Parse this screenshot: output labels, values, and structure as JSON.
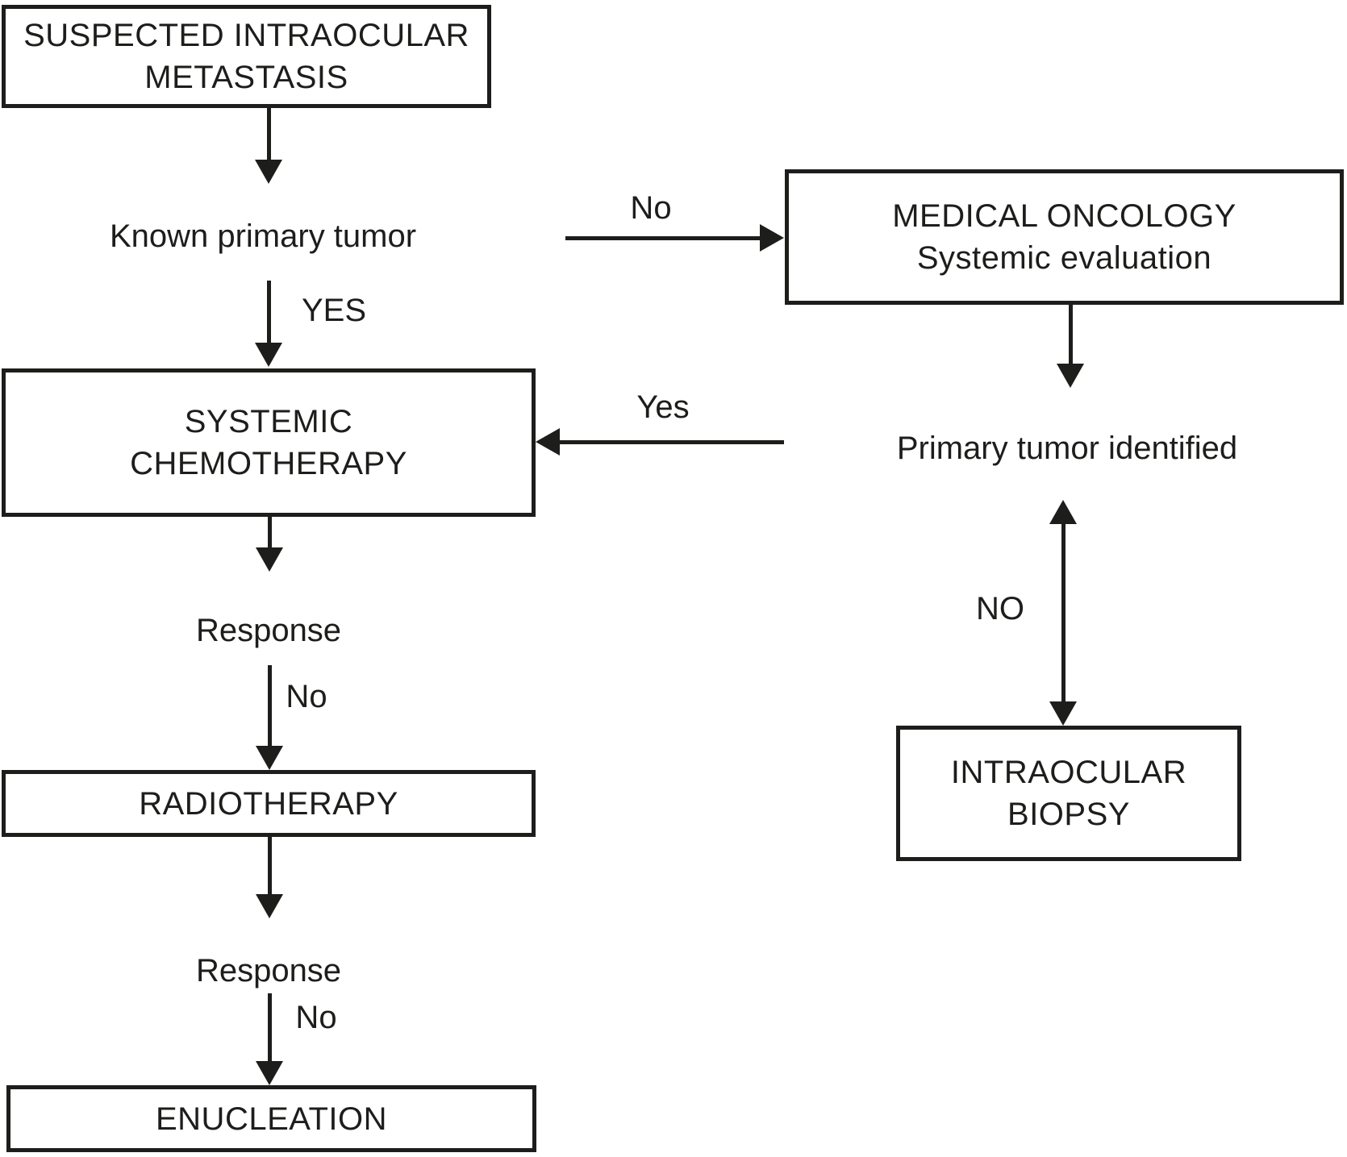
{
  "figure": {
    "type": "flowchart",
    "topic": "Suspected intraocular metastasis management",
    "background": "#ffffff",
    "ink": "#1d1d1b"
  },
  "boxes": {
    "suspected": {
      "line1": "SUSPECTED INTRAOCULAR",
      "line2": "METASTASIS"
    },
    "medical_oncology": {
      "line1": "MEDICAL ONCOLOGY",
      "line2": "Systemic evaluation"
    },
    "systemic_chemotherapy": {
      "line1": "SYSTEMIC",
      "line2": "CHEMOTHERAPY"
    },
    "radiotherapy": {
      "line1": "RADIOTHERAPY"
    },
    "intraocular_biopsy": {
      "line1": "INTRAOCULAR",
      "line2": "BIOPSY"
    },
    "enucleation": {
      "line1": "ENUCLEATION"
    }
  },
  "texts": {
    "known_primary_tumor": "Known primary tumor",
    "primary_tumor_identified": "Primary tumor identified",
    "response_after_chemotherapy": "Response",
    "response_after_radiotherapy": "Response"
  },
  "edges": [
    {
      "from": "suspected",
      "to": "known_primary_tumor",
      "label": ""
    },
    {
      "from": "known_primary_tumor",
      "to": "medical_oncology",
      "label": "No"
    },
    {
      "from": "known_primary_tumor",
      "to": "systemic_chemotherapy",
      "label": "YES"
    },
    {
      "from": "medical_oncology",
      "to": "primary_tumor_identified",
      "label": ""
    },
    {
      "from": "primary_tumor_identified",
      "to": "systemic_chemotherapy",
      "label": "Yes"
    },
    {
      "from": "primary_tumor_identified",
      "to": "intraocular_biopsy",
      "label": "NO",
      "bidirectional": true
    },
    {
      "from": "systemic_chemotherapy",
      "to": "response_after_chemotherapy",
      "label": ""
    },
    {
      "from": "response_after_chemotherapy",
      "to": "radiotherapy",
      "label": "No"
    },
    {
      "from": "radiotherapy",
      "to": "response_after_radiotherapy",
      "label": ""
    },
    {
      "from": "response_after_radiotherapy",
      "to": "enucleation",
      "label": "No"
    }
  ]
}
